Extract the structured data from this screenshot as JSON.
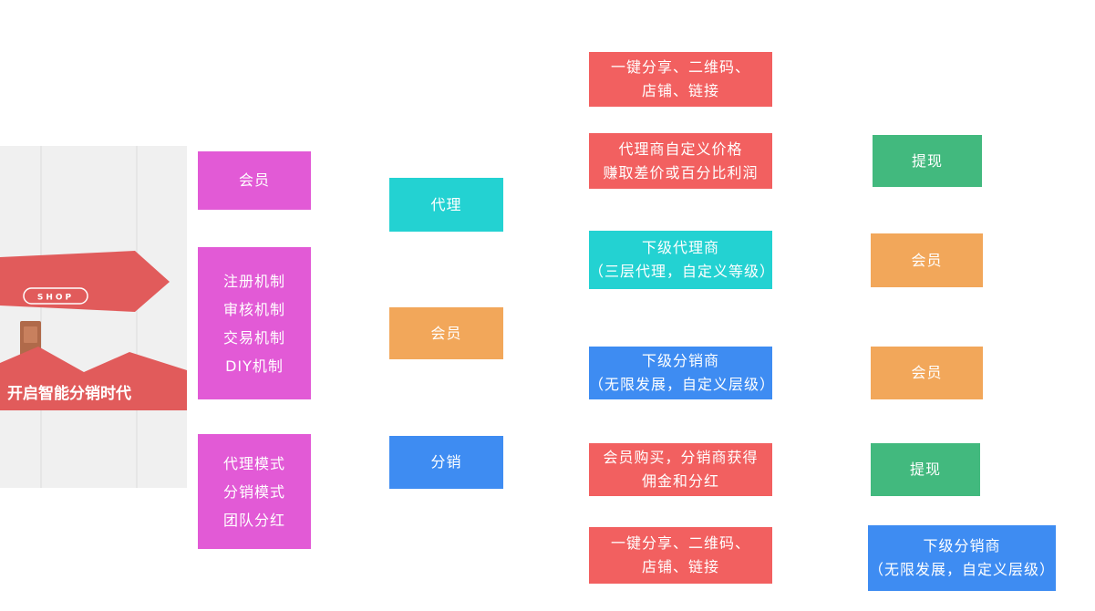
{
  "palette": {
    "pink": "#e25ad6",
    "cyan": "#23d2d2",
    "orange": "#f2a75a",
    "blue": "#3e8cf2",
    "red": "#f26060",
    "green": "#42b97e",
    "illustration_red": "#e15b5b",
    "panel_gray": "#f0f0f0"
  },
  "illustration": {
    "shop_badge": "SHOP",
    "tagline": "开启智能分销时代"
  },
  "member_column": {
    "box1": {
      "label": "会员"
    },
    "box2": {
      "lines": [
        "注册机制",
        "审核机制",
        "交易机制",
        "DIY机制"
      ]
    },
    "box3": {
      "lines": [
        "代理模式",
        "分销模式",
        "团队分红"
      ]
    }
  },
  "role_column": {
    "agent": "代理",
    "member": "会员",
    "distribution": "分销"
  },
  "detail_column": {
    "share_top": {
      "lines": [
        "一键分享、二维码、",
        "店铺、链接"
      ]
    },
    "agent_price": {
      "lines": [
        "代理商自定义价格",
        "赚取差价或百分比利润"
      ]
    },
    "sub_agent": {
      "lines": [
        "下级代理商",
        "（三层代理，自定义等级）"
      ]
    },
    "sub_distributor": {
      "lines": [
        "下级分销商",
        "（无限发展，自定义层级）"
      ]
    },
    "member_buy": {
      "lines": [
        "会员购买，分销商获得",
        "佣金和分红"
      ]
    },
    "share_bottom": {
      "lines": [
        "一键分享、二维码、",
        "店铺、链接"
      ]
    }
  },
  "result_column": {
    "withdraw_top": "提现",
    "member_top": "会员",
    "member_bottom": "会员",
    "withdraw_bottom": "提现",
    "sub_distributor": {
      "lines": [
        "下级分销商",
        "（无限发展，自定义层级）"
      ]
    }
  }
}
